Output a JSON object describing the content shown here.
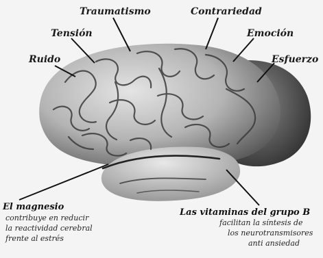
{
  "labels": {
    "traumatismo": "Traumatismo",
    "contrariedad": "Contrariedad",
    "tension": "Tensión",
    "emocion": "Emoción",
    "ruido": "Ruido",
    "esfuerzo": "Esfuerzo"
  },
  "notes": {
    "magnesio": {
      "title": "El magnesio",
      "lines": [
        "contribuye en reducir",
        "la reactividad cerebral",
        "frente al estrés"
      ]
    },
    "vitaminas": {
      "title": "Las vitaminas del grupo B",
      "lines": [
        "facilitan la síntesis de",
        "los neurotransmisores",
        "anti ansiedad"
      ]
    }
  },
  "colors": {
    "background": "#f4f4f4",
    "ink": "#1a1a1a",
    "brain_light": "#d6d6d6",
    "brain_dark": "#5a5a5a"
  }
}
